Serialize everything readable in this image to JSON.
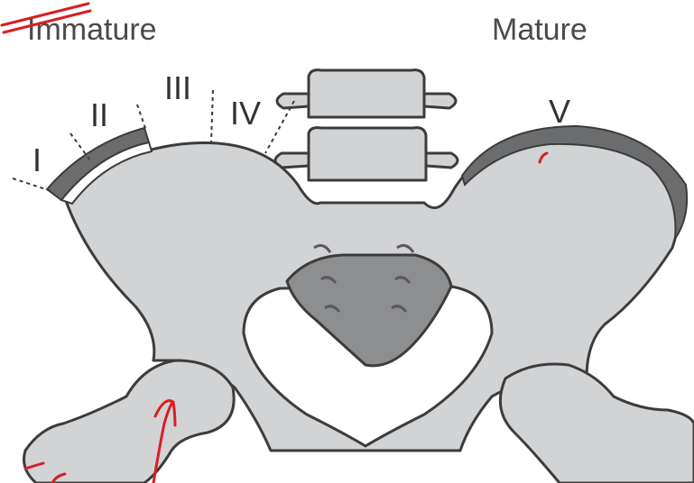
{
  "headings": {
    "immature": "Immature",
    "mature": "Mature"
  },
  "stages": [
    "I",
    "II",
    "III",
    "IV",
    "V"
  ],
  "colors": {
    "bone": "#d2d3d5",
    "bone_outline": "#3c3c3c",
    "apophysis": "#6b6c6e",
    "sacrum_triangle": "#8d8e90",
    "annotation_ink": "#d62020"
  }
}
